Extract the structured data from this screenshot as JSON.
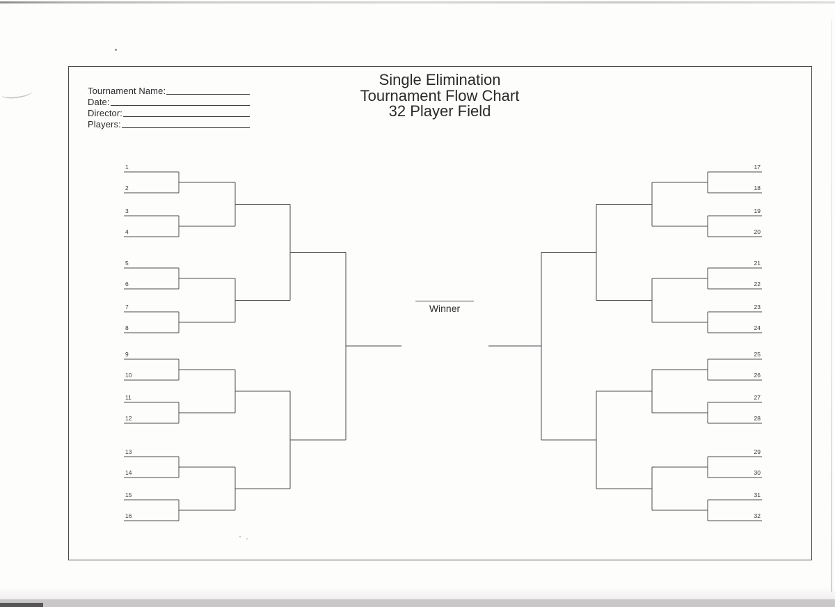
{
  "document": {
    "form": {
      "fields": [
        {
          "label": "Tournament Name:"
        },
        {
          "label": "Date:"
        },
        {
          "label": "Director:"
        },
        {
          "label": "Players:"
        }
      ]
    },
    "title": {
      "line1": "Single Elimination",
      "line2": "Tournament Flow Chart",
      "line3": "32 Player Field"
    },
    "winner_label": "Winner"
  },
  "bracket": {
    "player_field_size": 32,
    "rounds_per_side": 4,
    "left_player_slots": [
      "1",
      "2",
      "3",
      "4",
      "5",
      "6",
      "7",
      "8",
      "9",
      "10",
      "11",
      "12",
      "13",
      "14",
      "15",
      "16"
    ],
    "right_player_slots": [
      "17",
      "18",
      "19",
      "20",
      "21",
      "22",
      "23",
      "24",
      "25",
      "26",
      "27",
      "28",
      "29",
      "30",
      "31",
      "32"
    ]
  },
  "colors": {
    "ink": "#3f3f3f",
    "line": "#4c4c4c",
    "paper": "#fdfdfc"
  }
}
